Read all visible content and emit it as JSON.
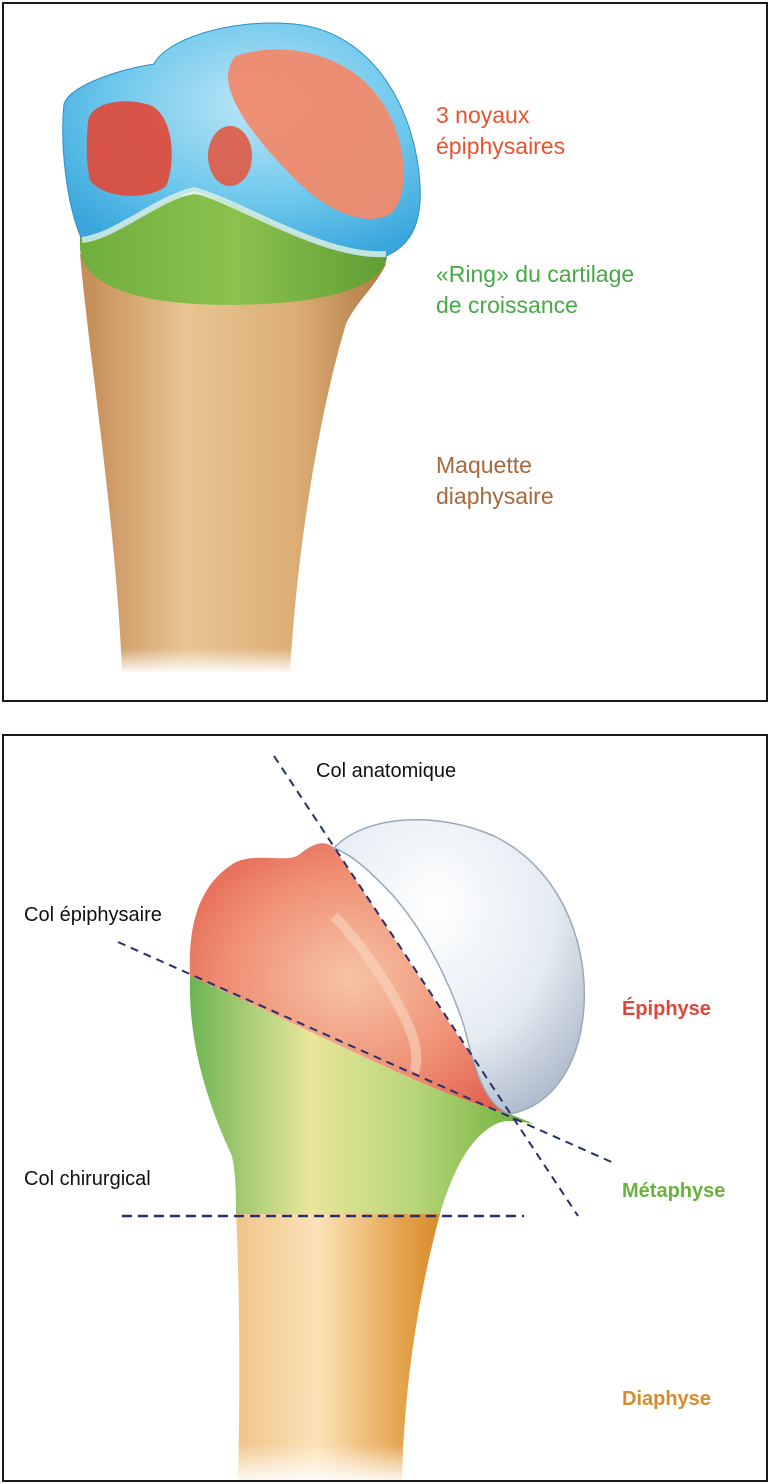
{
  "top_panel": {
    "label_epiphyseal_nuclei": [
      "3 noyaux",
      "épiphysaires"
    ],
    "label_growth_ring": [
      "«Ring» du cartilage",
      "de croissance"
    ],
    "label_diaphyseal_model": [
      "Maquette",
      "diaphysaire"
    ]
  },
  "bottom_panel": {
    "col_anatomique": "Col anatomique",
    "col_epiphysaire": "Col épiphysaire",
    "col_chirurgical": "Col chirurgical",
    "epiphyse": "Épiphyse",
    "metaphyse": "Métaphyse",
    "diaphyse": "Diaphyse"
  },
  "colors": {
    "nuclei_label": "#e8532f",
    "ring_label": "#47a846",
    "diaphysis_label": "#a8683b",
    "epiphyse_label": "#e0453a",
    "metaphyse_label": "#6ab23e",
    "diaphyse_label": "#d98a2b",
    "line_label": "#111111",
    "dashed_line": "#27306b"
  }
}
